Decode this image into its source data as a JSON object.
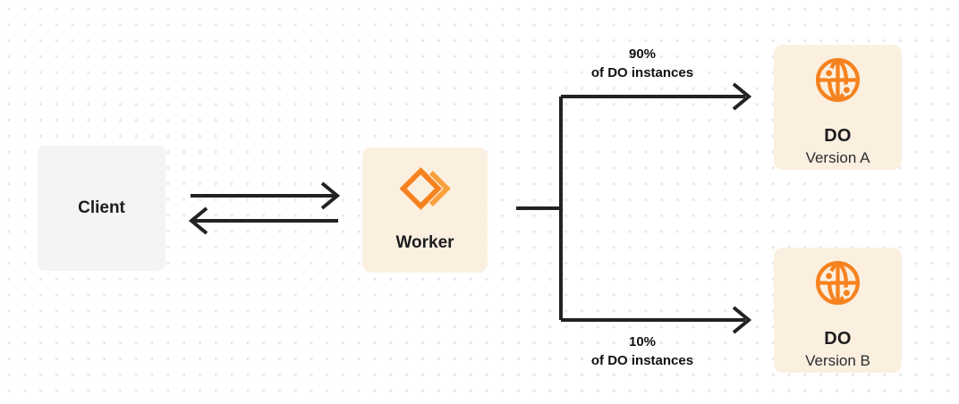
{
  "colors": {
    "accent": "#F6821F",
    "accent-light": "#F9A13C",
    "panel-cream": "#FBF0E0",
    "panel-gray": "#F4F4F5",
    "arrow": "#222222",
    "text": "#1D1D1F",
    "dot": "#E7E7E7",
    "bg": "#FFFFFF"
  },
  "icons": {
    "worker": "workers-chevrons-icon",
    "durable_object": "globe-nodes-icon"
  },
  "nodes": {
    "client": {
      "label": "Client"
    },
    "worker": {
      "label": "Worker"
    },
    "do_version_a": {
      "title": "DO",
      "subtitle": "Version A"
    },
    "do_version_b": {
      "title": "DO",
      "subtitle": "Version B"
    }
  },
  "edges": {
    "client_worker": {
      "direction": "bidirectional"
    },
    "to_version_a": {
      "percent": "90%",
      "caption": "of DO instances"
    },
    "to_version_b": {
      "percent": "10%",
      "caption": "of DO instances"
    }
  }
}
